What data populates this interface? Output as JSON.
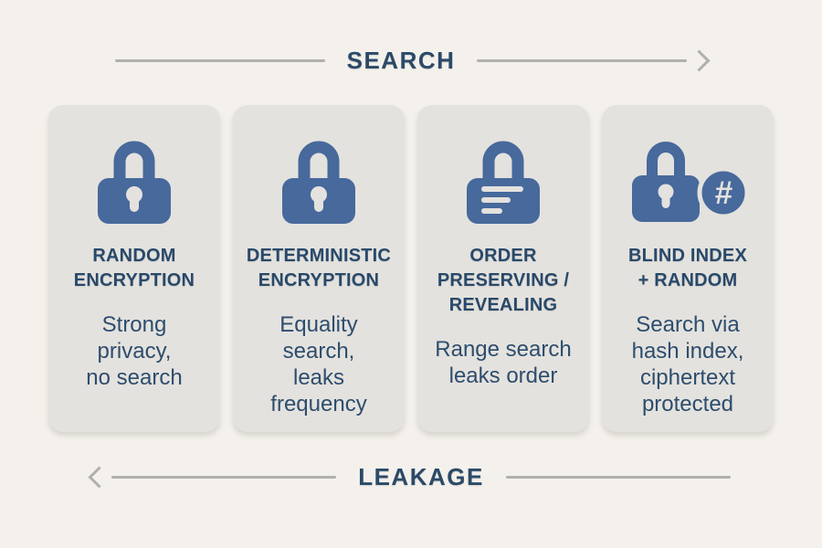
{
  "colors": {
    "page_background": "#f4f1ec",
    "card_background": "#e4e2de",
    "lock_blue": "#47699c",
    "title_navy": "#28496a",
    "body_navy": "#2d4d6e",
    "arrow_gray": "#b2b0ac"
  },
  "search_arrow": {
    "label": "SEARCH",
    "direction": "right"
  },
  "leakage_arrow": {
    "label": "LEAKAGE",
    "direction": "left"
  },
  "cards": [
    {
      "icon": "padlock-icon",
      "title": "RANDOM\nENCRYPTION",
      "description": "Strong\nprivacy,\nno search"
    },
    {
      "icon": "padlock-icon",
      "title": "DETERMINISTIC\nENCRYPTION",
      "description": "Equality\nsearch,\nleaks\nfrequency"
    },
    {
      "icon": "padlock-list-icon",
      "title": "ORDER\nPRESERVING /\nREVEALING",
      "description": "Range search\nleaks order"
    },
    {
      "icon": "padlock-hash-icon",
      "title": "BLIND INDEX\n+ RANDOM",
      "description": "Search via\nhash index,\nciphertext\nprotected"
    }
  ]
}
